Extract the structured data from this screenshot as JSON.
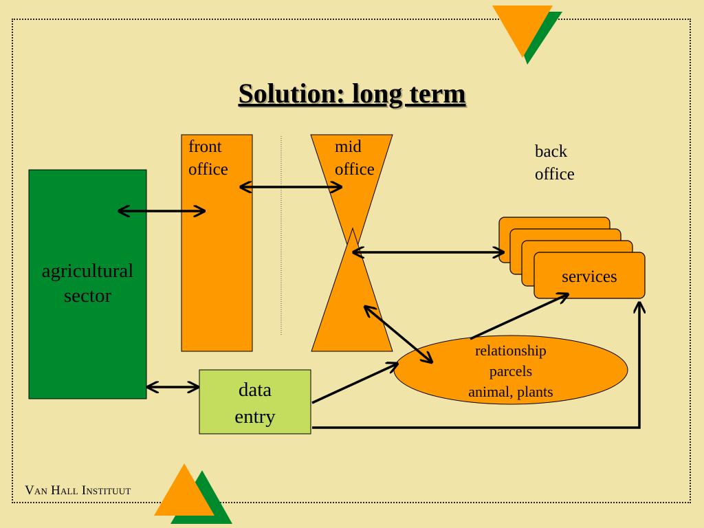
{
  "title": "Solution: long term",
  "labels": {
    "agricultural_sector": [
      "agricultural",
      "sector"
    ],
    "front_office": [
      "front",
      "office"
    ],
    "mid_office": [
      "mid",
      "office"
    ],
    "back_office": [
      "back",
      "office"
    ],
    "services": "services",
    "data_entry": [
      "data",
      "entry"
    ],
    "database": [
      "relationship",
      "parcels",
      "animal, plants"
    ]
  },
  "footer": {
    "brand": "Van Hall Instituut"
  },
  "colors": {
    "background": "#f0e4a8",
    "orange": "#ff9900",
    "green": "#008a2e",
    "light_green": "#c4dd5e"
  },
  "icons": {
    "logo": "triangle-logo"
  }
}
